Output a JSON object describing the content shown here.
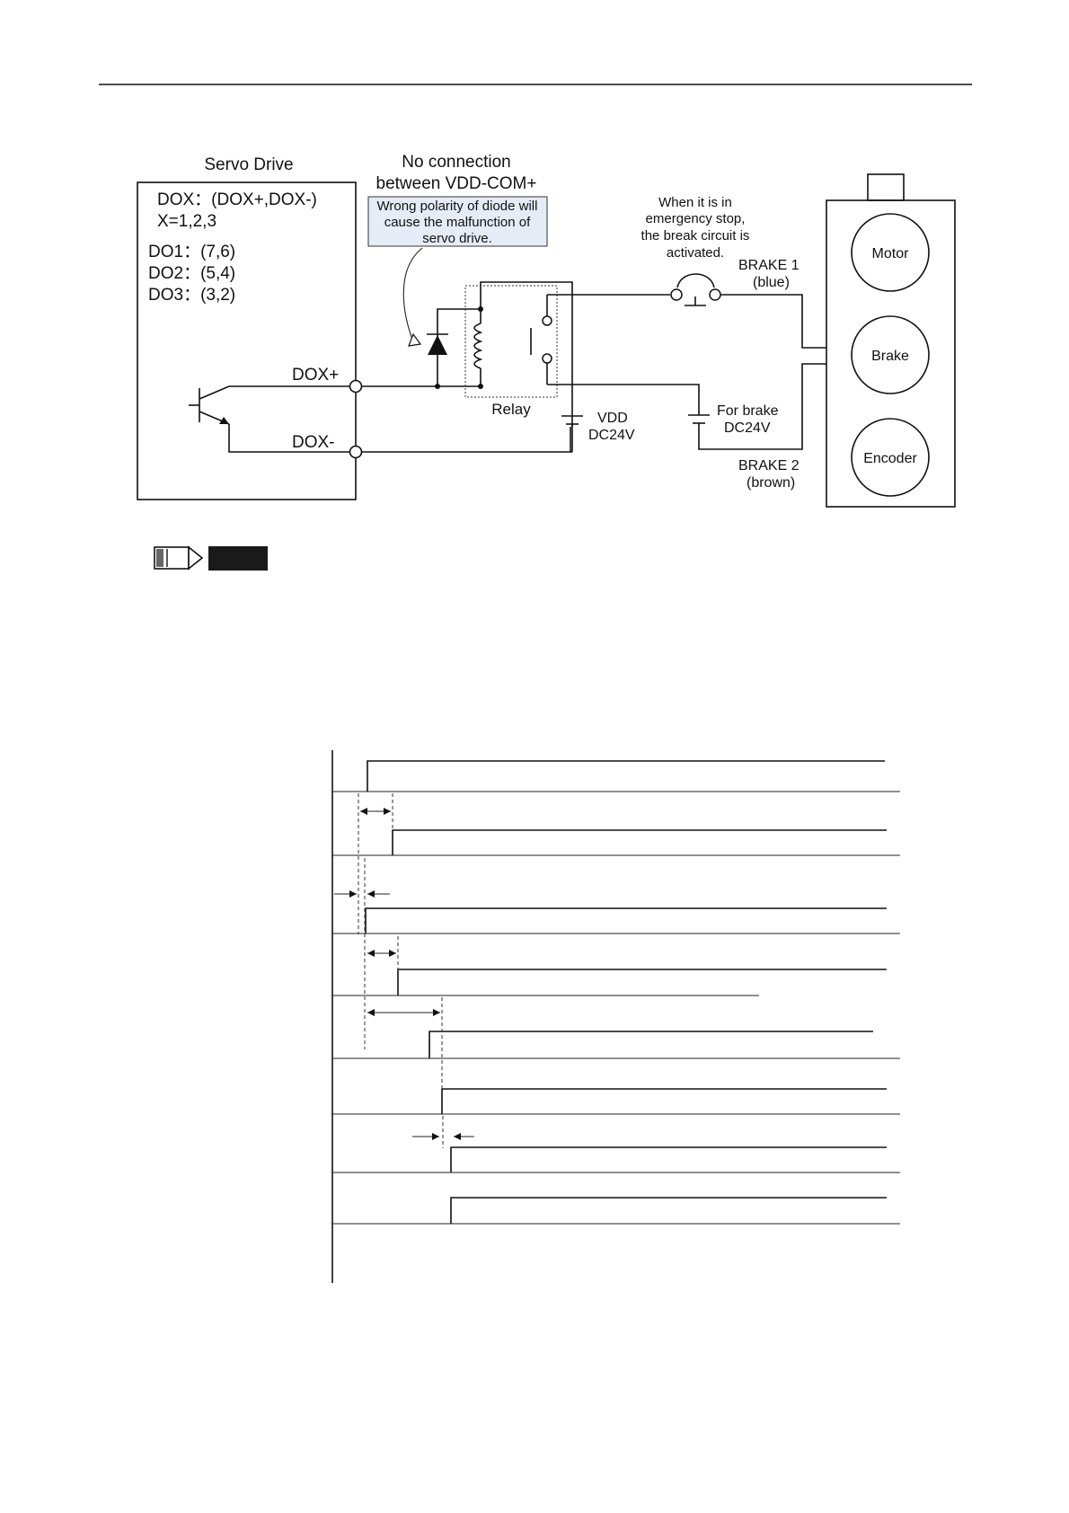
{
  "circuit": {
    "servo_title": "Servo Drive",
    "dox_line1": "DOX：(DOX+,DOX-)",
    "dox_line2": "X=1,2,3",
    "do1": "DO1：(7,6)",
    "do2": "DO2：(5,4)",
    "do3": "DO3：(3,2)",
    "dox_plus": "DOX+",
    "dox_minus": "DOX-",
    "no_connection_1": "No connection",
    "no_connection_2": "between VDD-COM+",
    "warning_1": "Wrong polarity of diode will",
    "warning_2": "cause the malfunction of",
    "warning_3": "servo drive.",
    "estop_1": "When it is in",
    "estop_2": "emergency stop,",
    "estop_3": "the break circuit is",
    "estop_4": "activated.",
    "relay": "Relay",
    "vdd_1": "VDD",
    "vdd_2": "DC24V",
    "brake_supply_1": "For brake",
    "brake_supply_2": "DC24V",
    "brake1_1": "BRAKE 1",
    "brake1_2": "(blue)",
    "brake2_1": "BRAKE 2",
    "brake2_2": "(brown)",
    "motor": "Motor",
    "brake": "Brake",
    "encoder": "Encoder"
  },
  "colors": {
    "warning_fill": "#e6ecf6",
    "note_badge": "#1a1a1a"
  },
  "note_icon": "pencil-note-icon"
}
